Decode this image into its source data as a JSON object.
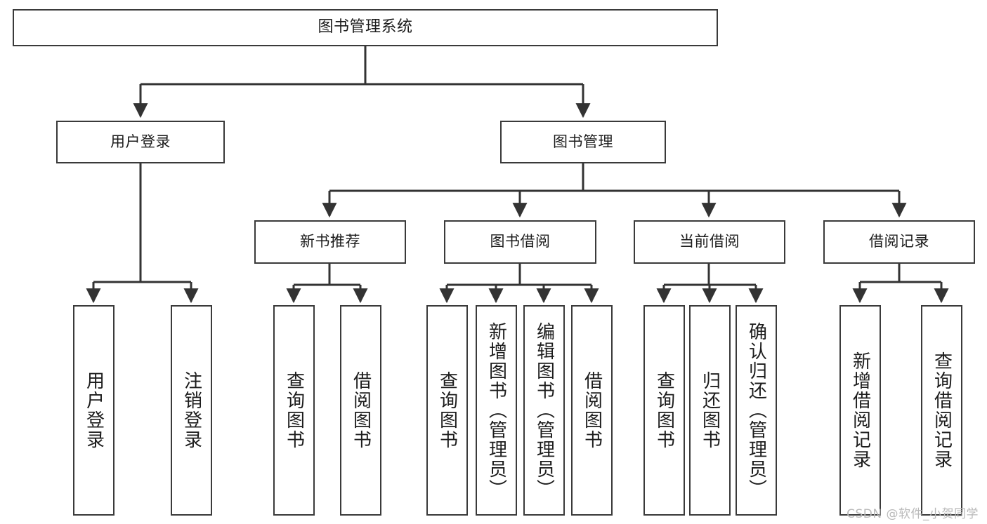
{
  "diagram": {
    "title": "图书管理系统",
    "type": "tree-hierarchy-diagram",
    "watermark": "CSDN @软件_小贺同学",
    "colors": {
      "background": "#ffffff",
      "box_border": "#3a3a3a",
      "box_fill": "#ffffff",
      "connector": "#333333",
      "text": "#1c1c1c",
      "watermark": "#b9b9b9"
    }
  },
  "nodes": {
    "root": {
      "label": "图书管理系统"
    },
    "level2": [
      {
        "label": "用户登录"
      },
      {
        "label": "图书管理"
      }
    ],
    "level3": [
      {
        "label": "新书推荐"
      },
      {
        "label": "图书借阅"
      },
      {
        "label": "当前借阅"
      },
      {
        "label": "借阅记录"
      }
    ],
    "leaves": {
      "user_login": [
        {
          "label": "用户登录"
        },
        {
          "label": "注销登录"
        }
      ],
      "new_book_recommend": [
        {
          "label": "查询图书"
        },
        {
          "label": "借阅图书"
        }
      ],
      "book_borrow": [
        {
          "label": "查询图书"
        },
        {
          "label": "新增图书（管理员）"
        },
        {
          "label": "编辑图书（管理员）"
        },
        {
          "label": "借阅图书"
        }
      ],
      "current_borrow": [
        {
          "label": "查询图书"
        },
        {
          "label": "归还图书"
        },
        {
          "label": "确认归还（管理员）"
        }
      ],
      "borrow_records": [
        {
          "label": "新增借阅记录"
        },
        {
          "label": "查询借阅记录"
        }
      ]
    }
  }
}
